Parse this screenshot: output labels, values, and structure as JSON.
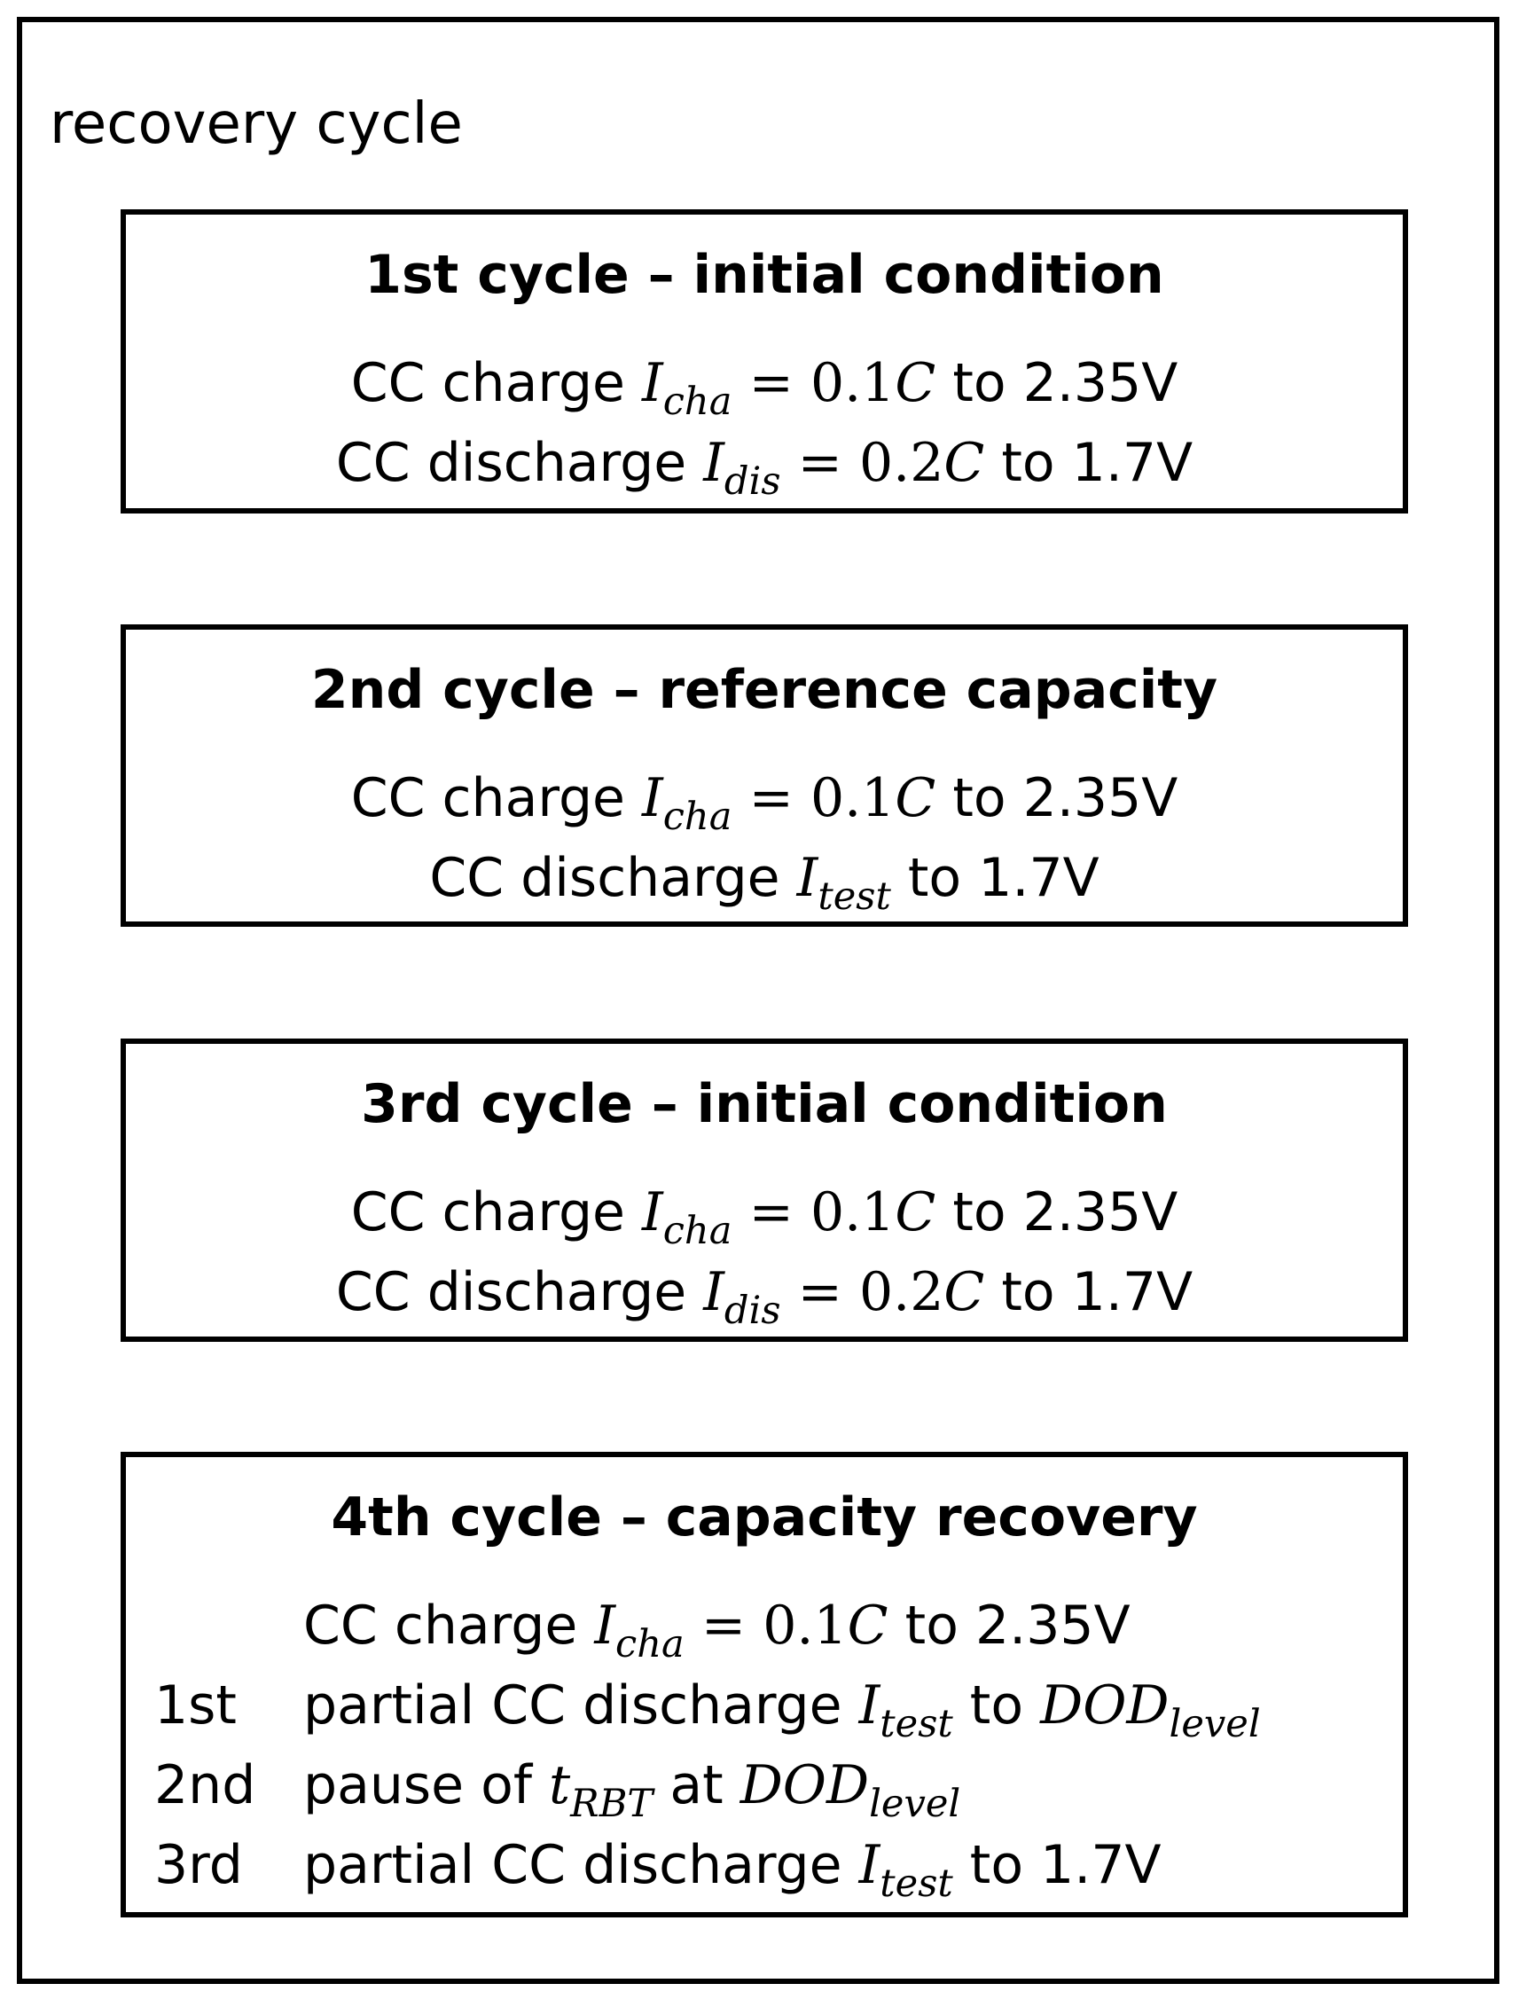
{
  "title": "recovery cycle",
  "cycles": [
    {
      "title": "1st cycle – initial condition",
      "charge": {
        "prefix": "CC charge",
        "symbol": "I",
        "subscript": "cha",
        "relation": "=",
        "rate": "0.1",
        "rate_symbol": "C",
        "suffix": "to 2.35V"
      },
      "discharge": {
        "prefix": "CC discharge",
        "symbol": "I",
        "subscript": "dis",
        "relation": "=",
        "rate": "0.2",
        "rate_symbol": "C",
        "suffix": "to 1.7V"
      }
    },
    {
      "title": "2nd cycle – reference capacity",
      "charge": {
        "prefix": "CC charge",
        "symbol": "I",
        "subscript": "cha",
        "relation": "=",
        "rate": "0.1",
        "rate_symbol": "C",
        "suffix": "to 2.35V"
      },
      "discharge": {
        "prefix": "CC discharge",
        "symbol": "I",
        "subscript": "test",
        "suffix": "to 1.7V"
      }
    },
    {
      "title": "3rd cycle – initial condition",
      "charge": {
        "prefix": "CC charge",
        "symbol": "I",
        "subscript": "cha",
        "relation": "=",
        "rate": "0.1",
        "rate_symbol": "C",
        "suffix": "to 2.35V"
      },
      "discharge": {
        "prefix": "CC discharge",
        "symbol": "I",
        "subscript": "dis",
        "relation": "=",
        "rate": "0.2",
        "rate_symbol": "C",
        "suffix": "to 1.7V"
      }
    },
    {
      "title": "4th cycle – capacity recovery",
      "charge": {
        "prefix": "CC charge",
        "symbol": "I",
        "subscript": "cha",
        "relation": "=",
        "rate": "0.1",
        "rate_symbol": "C",
        "suffix": "to 2.35V"
      },
      "steps": [
        {
          "label": "1st",
          "prefix": "partial CC discharge",
          "symbol": "I",
          "subscript": "test",
          "connector": "to",
          "target_symbol": "DOD",
          "target_subscript": "level"
        },
        {
          "label": "2nd",
          "prefix": "pause of",
          "symbol": "t",
          "subscript": "RBT",
          "connector": "at",
          "target_symbol": "DOD",
          "target_subscript": "level"
        },
        {
          "label": "3rd",
          "prefix": "partial CC discharge",
          "symbol": "I",
          "subscript": "test",
          "suffix": "to 1.7V"
        }
      ]
    }
  ]
}
